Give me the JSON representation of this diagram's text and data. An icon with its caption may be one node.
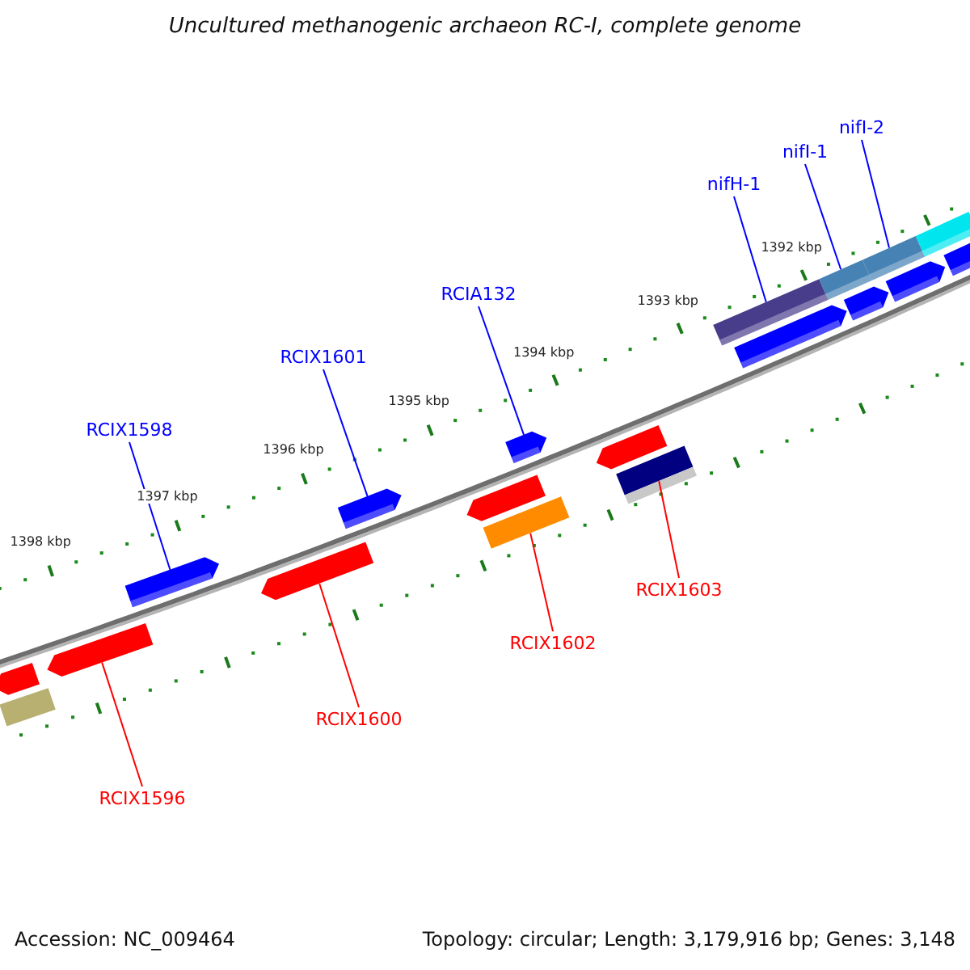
{
  "diagram": {
    "title": "Uncultured methanogenic archaeon RC-I, complete genome",
    "nodes": [
      {
        "text": [
          "nifI-2"
        ]
      },
      {
        "text": [
          "nifI-1"
        ]
      },
      {
        "text": [
          "nifH-1"
        ]
      },
      {
        "text": [
          "RCIA132"
        ]
      },
      {
        "text": [
          "RCIX1601"
        ]
      },
      {
        "text": [
          "RCIX1598"
        ]
      },
      {
        "text": [
          "RCIX1603"
        ]
      },
      {
        "text": [
          "RCIX1602"
        ]
      },
      {
        "text": [
          "RCIX1600"
        ]
      },
      {
        "text": [
          "RCIX1596"
        ]
      },
      {
        "text": [],
        "shape": "arrow"
      },
      {
        "text": [],
        "shape": "bar"
      },
      {
        "text": [],
        "shape": "arrow"
      },
      {
        "text": [],
        "shape": "arrow"
      },
      {
        "text": [],
        "shape": "arrow"
      },
      {
        "text": [],
        "shape": "arrow"
      },
      {
        "text": [],
        "shape": "arrow"
      },
      {
        "text": [],
        "shape": "bar"
      },
      {
        "text": [],
        "shape": "arrow"
      },
      {
        "text": [],
        "shape": "arrow"
      },
      {
        "text": [],
        "shape": "bar"
      },
      {
        "text": [],
        "shape": "bar"
      },
      {
        "text": [],
        "shape": "arrow"
      },
      {
        "text": [],
        "shape": "bar"
      },
      {
        "text": [],
        "shape": "arrow"
      },
      {
        "text": [],
        "shape": "bar"
      },
      {
        "text": [],
        "shape": "arrow"
      },
      {
        "text": [],
        "shape": "bar"
      },
      {
        "text": [],
        "shape": "arrow"
      }
    ],
    "edges": [
      {
        "from": 0,
        "to": 25,
        "arrow": "none"
      },
      {
        "from": 1,
        "to": 23,
        "arrow": "none"
      },
      {
        "from": 2,
        "to": 21,
        "arrow": "none"
      },
      {
        "from": 3,
        "to": 18,
        "arrow": "none"
      },
      {
        "from": 4,
        "to": 15,
        "arrow": "none"
      },
      {
        "from": 5,
        "to": 13,
        "arrow": "none"
      },
      {
        "from": 6,
        "to": 20,
        "arrow": "none",
        "color": "#ff0000"
      },
      {
        "from": 7,
        "to": 17,
        "arrow": "none",
        "color": "#ff0000"
      },
      {
        "from": 8,
        "to": 14,
        "arrow": "none",
        "color": "#ff0000"
      },
      {
        "from": 9,
        "to": 12,
        "arrow": "none",
        "color": "#ff0000"
      }
    ],
    "labels": [
      "1392 kbp",
      "1393 kbp",
      "1394 kbp",
      "1395 kbp",
      "1396 kbp",
      "1397 kbp",
      "1398 kbp",
      "Accession: NC_009464",
      "Topology: circular; Length: 3,179,916 bp; Genes: 3,148"
    ]
  }
}
